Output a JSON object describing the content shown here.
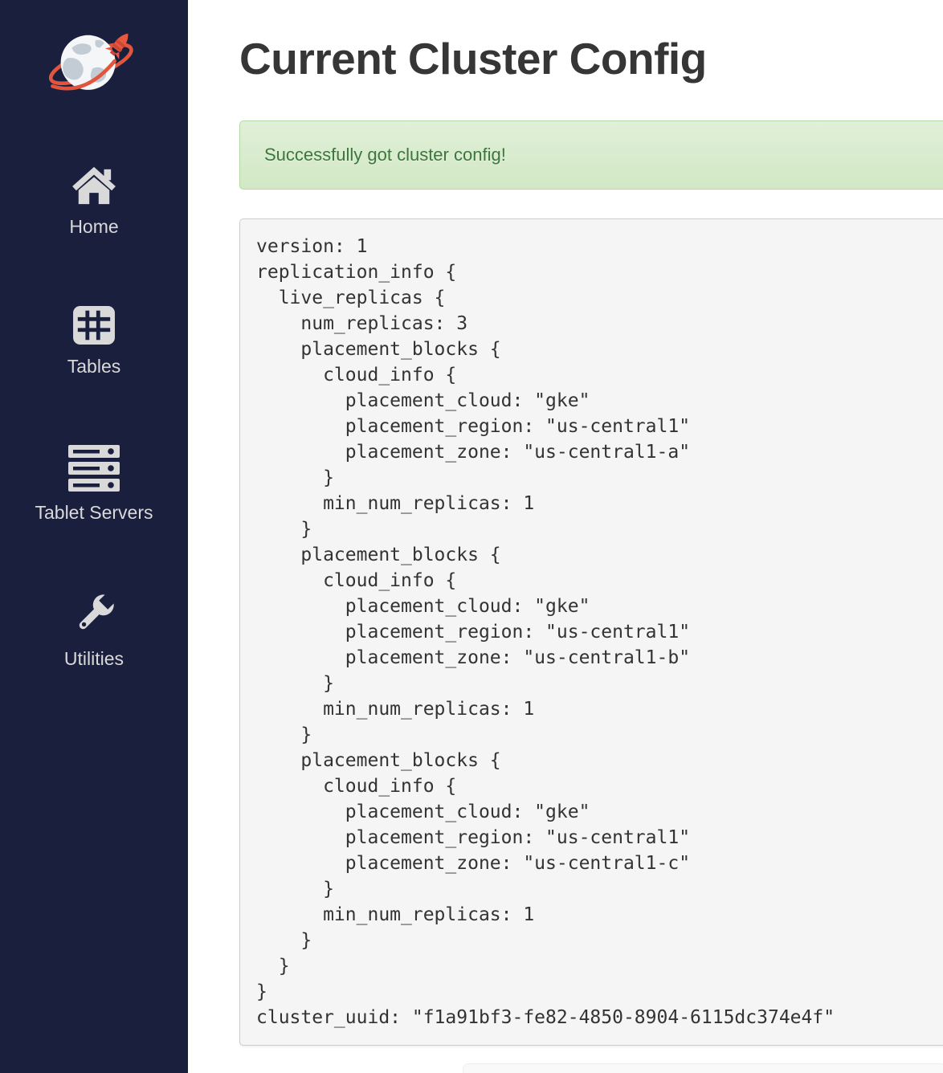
{
  "sidebar": {
    "logo": {
      "name": "globe-rocket-logo"
    },
    "items": [
      {
        "label": "Home",
        "icon": "home-icon"
      },
      {
        "label": "Tables",
        "icon": "table-grid-icon"
      },
      {
        "label": "Tablet Servers",
        "icon": "servers-icon"
      },
      {
        "label": "Utilities",
        "icon": "wrench-icon"
      }
    ]
  },
  "main": {
    "title": "Current Cluster Config",
    "alert": {
      "type": "success",
      "message": "Successfully got cluster config!"
    },
    "config_text": "version: 1\nreplication_info {\n  live_replicas {\n    num_replicas: 3\n    placement_blocks {\n      cloud_info {\n        placement_cloud: \"gke\"\n        placement_region: \"us-central1\"\n        placement_zone: \"us-central1-a\"\n      }\n      min_num_replicas: 1\n    }\n    placement_blocks {\n      cloud_info {\n        placement_cloud: \"gke\"\n        placement_region: \"us-central1\"\n        placement_zone: \"us-central1-b\"\n      }\n      min_num_replicas: 1\n    }\n    placement_blocks {\n      cloud_info {\n        placement_cloud: \"gke\"\n        placement_region: \"us-central1\"\n        placement_zone: \"us-central1-c\"\n      }\n      min_num_replicas: 1\n    }\n  }\n}\ncluster_uuid: \"f1a91bf3-fe82-4850-8904-6115dc374e4f\"",
    "cluster_uuid": "f1a91bf3-fe82-4850-8904-6115dc374e4f",
    "num_replicas": 3,
    "placement_cloud": "gke",
    "placement_region": "us-central1",
    "placement_zones": [
      "us-central1-a",
      "us-central1-b",
      "us-central1-c"
    ]
  },
  "colors": {
    "sidebar_bg": "#1a1f3d",
    "sidebar_fg": "#d9d9d9",
    "accent_orange": "#e8573f",
    "success_text": "#3c763d",
    "success_bg": "#dff0d8",
    "success_border": "#b4d8a2",
    "pre_bg": "#f5f5f5",
    "pre_border": "#cccccc",
    "title_color": "#363636"
  }
}
